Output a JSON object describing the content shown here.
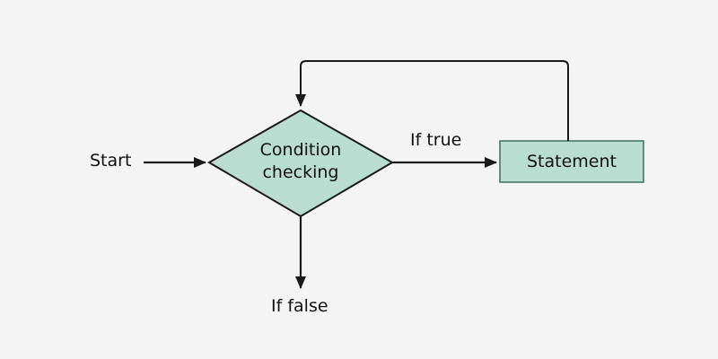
{
  "diagram": {
    "start_label": "Start",
    "condition_line1": "Condition",
    "condition_line2": "checking",
    "true_label": "If true",
    "statement_label": "Statement",
    "false_label": "If false"
  },
  "colors": {
    "background": "#f4f4f4",
    "node_fill": "#b9ddd0",
    "stroke": "#1a1a1a",
    "box_stroke": "#3a6e5c"
  }
}
